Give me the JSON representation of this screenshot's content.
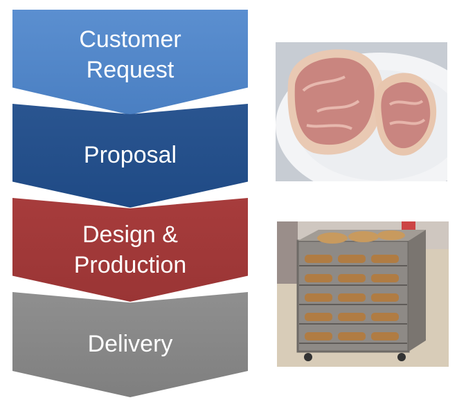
{
  "process": {
    "steps": [
      {
        "label": "Customer\nRequest",
        "color": "#4f86c6"
      },
      {
        "label": "Proposal",
        "color": "#1f4a85"
      },
      {
        "label": "Design &\nProduction",
        "color": "#9a3535"
      },
      {
        "label": "Delivery",
        "color": "#808080"
      }
    ]
  },
  "photos": [
    {
      "subject": "sliced-ham-on-plate-icon"
    },
    {
      "subject": "trolley-rack-of-packaged-meat-icon"
    }
  ]
}
